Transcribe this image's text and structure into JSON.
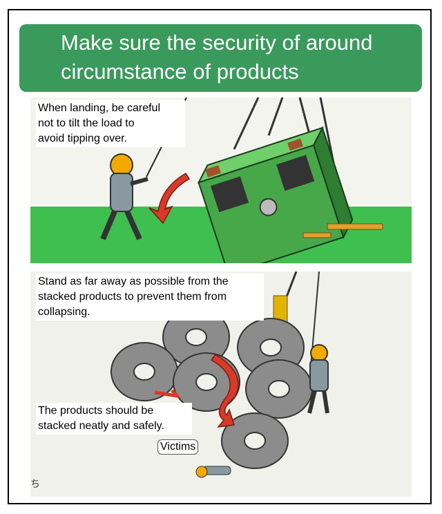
{
  "banner": {
    "line1": "Make sure the security of around",
    "line2": "circumstance of products"
  },
  "panel1": {
    "caption": [
      "When landing, be careful",
      "not to tilt the load to",
      "avoid tipping over."
    ]
  },
  "panel2": {
    "caption": [
      "Stand as far away as possible from the",
      "stacked products to prevent them from",
      "collapsing."
    ],
    "caption2": [
      "The products should be",
      "stacked neatly and safely."
    ],
    "victims_label": "Victims",
    "signature": "ち"
  },
  "colors": {
    "banner_bg": "#3a9a5c",
    "ground": "#3fbf4f",
    "load": "#47a84a",
    "arrow": "#d83a2a",
    "coil": "#8c8c8c",
    "worker_helmet": "#f2a900",
    "worker_suit": "#8899a0"
  },
  "icons": [
    "hook-icon",
    "warning-arrow-icon",
    "worker-icon",
    "coil-icon"
  ]
}
